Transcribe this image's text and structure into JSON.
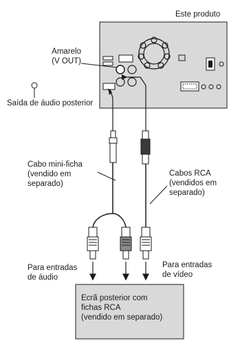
{
  "product_label": "Este produto",
  "yellow_label": [
    "Amarelo",
    "(V OUT)"
  ],
  "rear_audio_label": "Saída de áudio posterior",
  "minijack_cable_label": [
    "Cabo mini-ficha",
    "(vendido em",
    "separado)"
  ],
  "rca_cables_label": [
    "Cabos RCA",
    "(vendidos em",
    "separado)"
  ],
  "audio_inputs_label": [
    "Para entradas",
    "de áudio"
  ],
  "video_inputs_label": [
    "Para entradas",
    "de vídeo"
  ],
  "rear_display_label": [
    "Ecrã posterior com",
    "fichas RCA",
    "(vendido em separado)"
  ],
  "colors": {
    "unit_fill": "#d9d9d9",
    "display_fill": "#d9d9d9",
    "line": "#1a1a1a",
    "plug_dark": "#3a3a3a",
    "plug_mid": "#8a8a8a"
  }
}
